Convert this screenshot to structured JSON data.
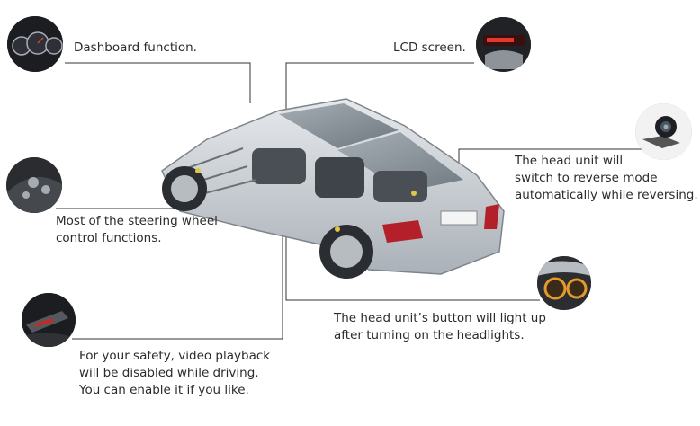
{
  "callouts": {
    "dashboard": "Dashboard function.",
    "lcd": "LCD screen.",
    "reverse": [
      "The head unit will",
      "switch to reverse mode",
      "automatically while reversing."
    ],
    "steering": [
      "Most of the steering wheel",
      "control functions."
    ],
    "button_light": [
      "The head unit’s button will light up",
      "after turning on the headlights."
    ],
    "safety": [
      "For your safety, video playback",
      "will be disabled while driving.",
      "You can enable it if you like."
    ]
  },
  "icons": {
    "dashboard": "dashboard-gauges-icon",
    "lcd": "lcd-screen-icon",
    "camera": "reverse-camera-icon",
    "steering": "steering-wheel-buttons-icon",
    "headlight": "headlight-icon",
    "handbrake": "handbrake-icon"
  },
  "colors": {
    "line": "#333333",
    "car_body": "#c9ced4",
    "taillight": "#b3202a"
  }
}
